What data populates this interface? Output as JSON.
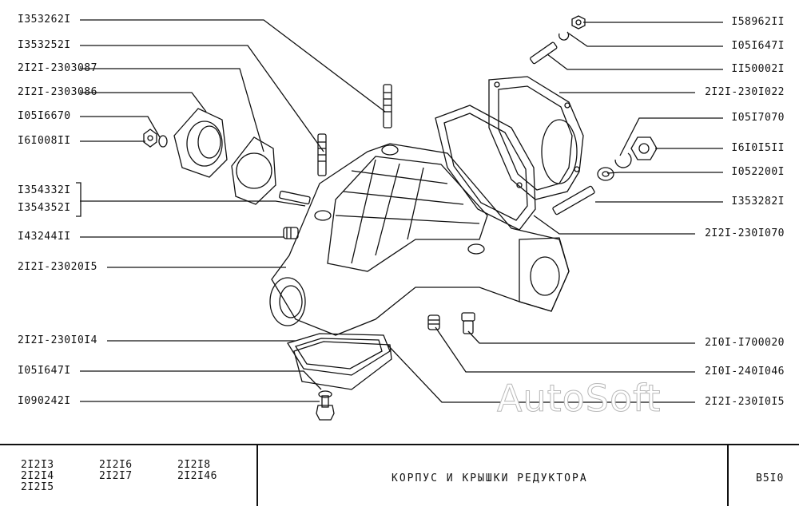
{
  "left_labels": [
    {
      "id": "l1",
      "text": "I353262I"
    },
    {
      "id": "l2",
      "text": "I353252I"
    },
    {
      "id": "l3",
      "text": "2I2I-2303087"
    },
    {
      "id": "l4",
      "text": "2I2I-2303086"
    },
    {
      "id": "l5",
      "text": "I05I6670"
    },
    {
      "id": "l6",
      "text": "I6I008II"
    },
    {
      "id": "l7",
      "text": "I354332I"
    },
    {
      "id": "l8",
      "text": "I354352I"
    },
    {
      "id": "l9",
      "text": "I43244II"
    },
    {
      "id": "l10",
      "text": "2I2I-23020I5"
    },
    {
      "id": "l11",
      "text": "2I2I-230I0I4"
    },
    {
      "id": "l12",
      "text": "I05I647I"
    },
    {
      "id": "l13",
      "text": "I090242I"
    }
  ],
  "right_labels": [
    {
      "id": "r1",
      "text": "I58962II"
    },
    {
      "id": "r2",
      "text": "I05I647I"
    },
    {
      "id": "r3",
      "text": "II50002I"
    },
    {
      "id": "r4",
      "text": "2I2I-230I022"
    },
    {
      "id": "r5",
      "text": "I05I7070"
    },
    {
      "id": "r6",
      "text": "I6I0I5II"
    },
    {
      "id": "r7",
      "text": "I052200I"
    },
    {
      "id": "r8",
      "text": "I353282I"
    },
    {
      "id": "r9",
      "text": "2I2I-230I070"
    },
    {
      "id": "r10",
      "text": "2I0I-I700020"
    },
    {
      "id": "r11",
      "text": "2I0I-240I046"
    },
    {
      "id": "r12",
      "text": "2I2I-230I0I5"
    }
  ],
  "watermark": "AutoSoft",
  "title_block": {
    "models": [
      "2I2I3",
      "2I2I4",
      "2I2I5",
      "2I2I6",
      "2I2I7",
      "2I2I8",
      "2I2I46"
    ],
    "title": "КОРПУС  И  КРЫШКИ  РЕДУКТОРА",
    "code": "B5I0"
  },
  "colors": {
    "ink": "#111111",
    "watermark_outline": "#b9b9b9"
  }
}
